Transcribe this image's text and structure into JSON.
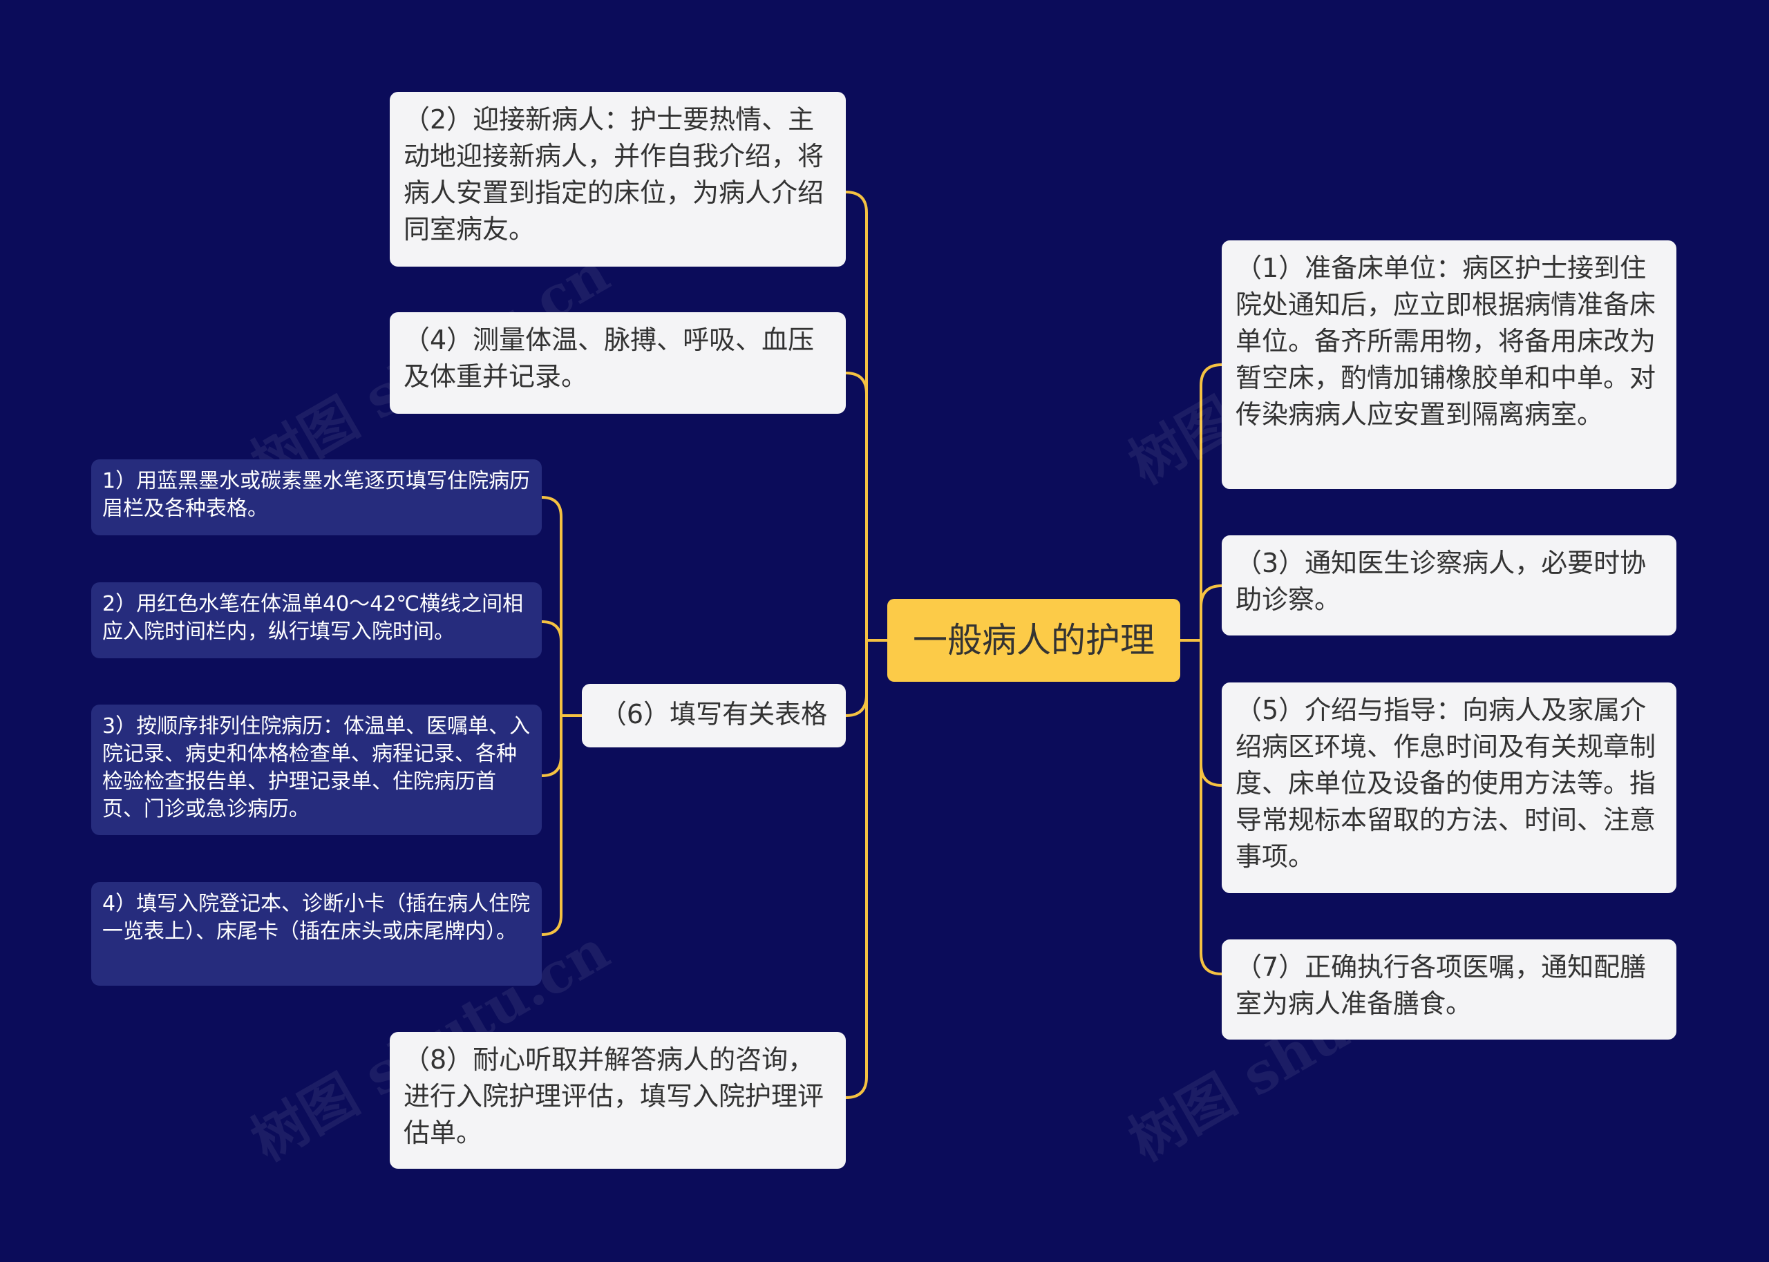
{
  "root": {
    "label": "一般病人的护理"
  },
  "left": {
    "n2": "（2）迎接新病人：护士要热情、主动地迎接新病人，并作自我介绍，将病人安置到指定的床位，为病人介绍同室病友。",
    "n4": "（4）测量体温、脉搏、呼吸、血压及体重并记录。",
    "n6": {
      "label": "（6）填写有关表格",
      "children": [
        "1）用蓝黑墨水或碳素墨水笔逐页填写住院病历眉栏及各种表格。",
        "2）用红色水笔在体温单40～42℃横线之间相应入院时间栏内，纵行填写入院时间。",
        "3）按顺序排列住院病历：体温单、医嘱单、入院记录、病史和体格检查单、病程记录、各种检验检查报告单、护理记录单、住院病历首页、门诊或急诊病历。",
        "4）填写入院登记本、诊断小卡（插在病人住院一览表上）、床尾卡（插在床头或床尾牌内）。"
      ]
    },
    "n8": "（8）耐心听取并解答病人的咨询，进行入院护理评估，填写入院护理评估单。"
  },
  "right": {
    "n1": "（1）准备床单位：病区护士接到住院处通知后，应立即根据病情准备床单位。备齐所需用物，将备用床改为暂空床，酌情加铺橡胶单和中单。对传染病病人应安置到隔离病室。",
    "n3": "（3）通知医生诊察病人，必要时协助诊察。",
    "n5": "（5）介绍与指导：向病人及家属介绍病区环境、作息时间及有关规章制度、床单位及设备的使用方法等。指导常规标本留取的方法、时间、注意事项。",
    "n7": "（7）正确执行各项医嘱，通知配膳室为病人准备膳食。"
  },
  "watermark": "树图 shutu.cn",
  "colors": {
    "background": "#0b0c5a",
    "connector": "#f5c242",
    "root_fill": "#fccb48",
    "node_fill": "#f4f4f6",
    "sub_fill": "#262c7d"
  }
}
